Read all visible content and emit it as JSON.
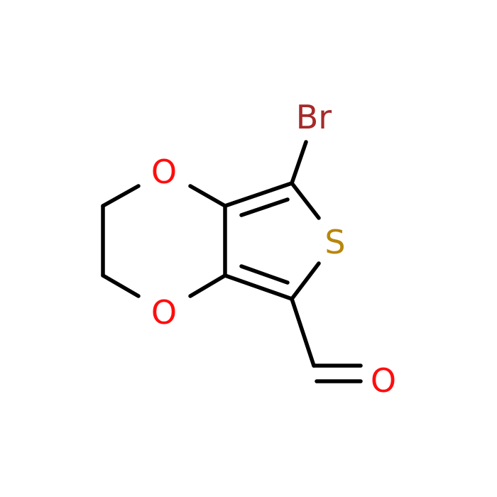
{
  "molecule": {
    "atoms": [
      {
        "id": "br",
        "label": "Br",
        "color": "#a52a2a"
      },
      {
        "id": "o1",
        "label": "O",
        "color": "#ff0d0d"
      },
      {
        "id": "o2",
        "label": "O",
        "color": "#ff0d0d"
      },
      {
        "id": "s",
        "label": "S",
        "color": "#b8860b"
      },
      {
        "id": "o3",
        "label": "O",
        "color": "#ff0d0d"
      }
    ],
    "bond_color": "#000000"
  }
}
